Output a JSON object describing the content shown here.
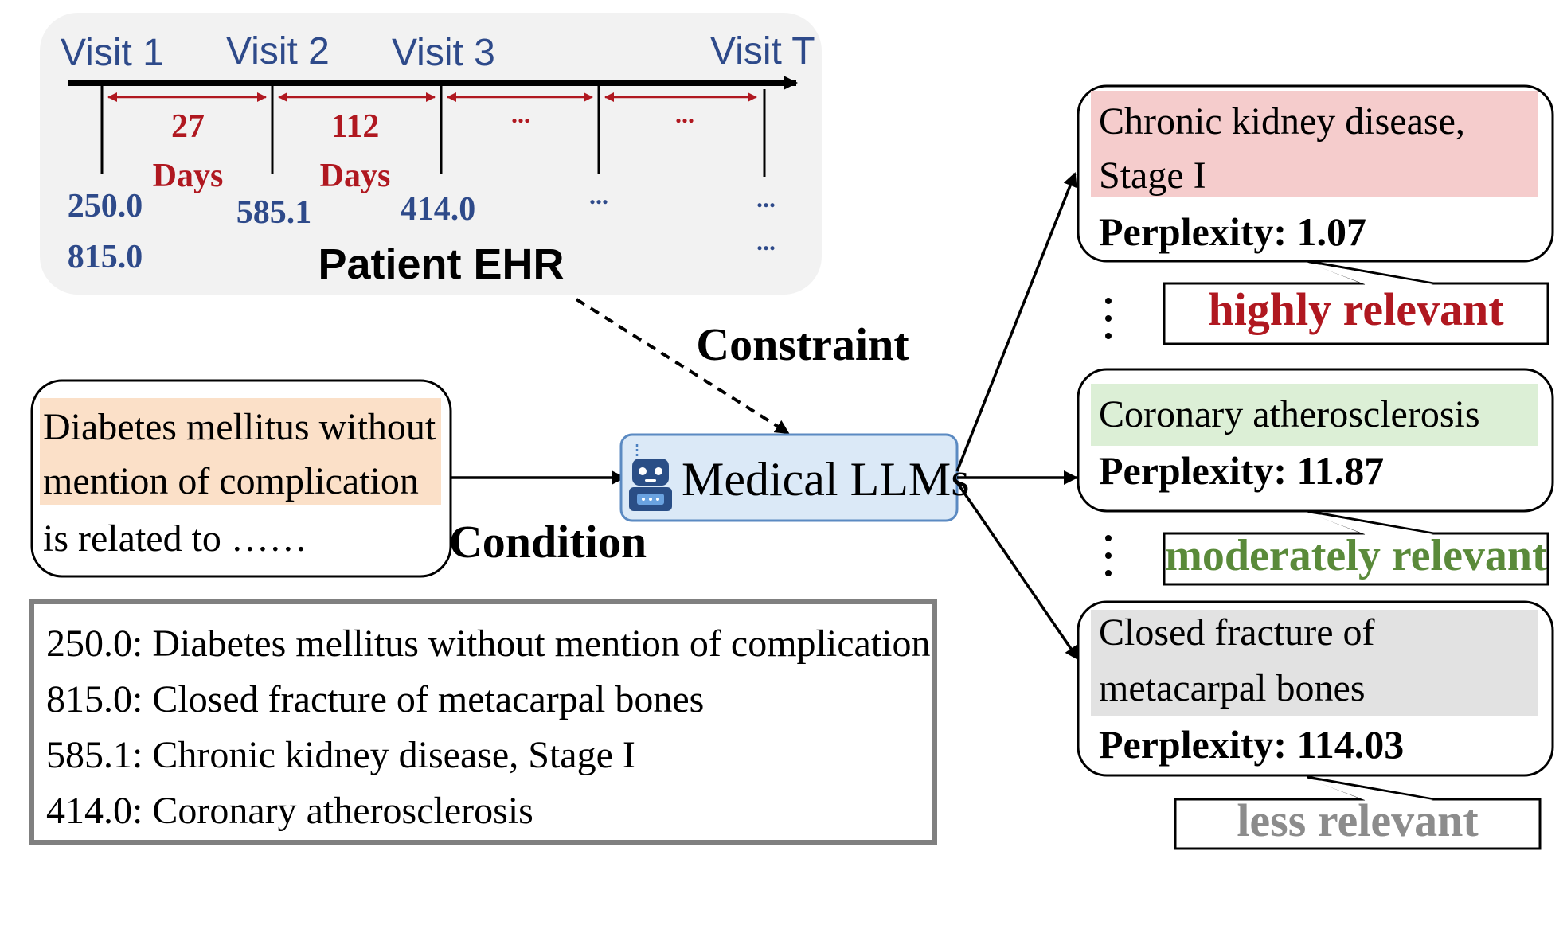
{
  "ehr": {
    "visits": [
      "Visit 1",
      "Visit 2",
      "Visit 3",
      "Visit T"
    ],
    "intervals": [
      {
        "top": "27",
        "bottom": "Days"
      },
      {
        "top": "112",
        "bottom": "Days"
      },
      {
        "top": "...",
        "bottom": ""
      },
      {
        "top": "...",
        "bottom": ""
      }
    ],
    "codes": {
      "v1a": "250.0",
      "v1b": "815.0",
      "v2": "585.1",
      "v3": "414.0",
      "v4": "...",
      "v5a": "...",
      "v5b": "..."
    },
    "title": "Patient EHR"
  },
  "labels": {
    "constraint": "Constraint",
    "condition": "Condition"
  },
  "prompt": {
    "line1": "Diabetes mellitus without",
    "line2": "mention of complication",
    "line3": "is related to ……"
  },
  "llm": {
    "label": "Medical LLMs",
    "icon": "robot-icon"
  },
  "legend": [
    "250.0: Diabetes mellitus without mention of complication",
    "815.0: Closed fracture of metacarpal bones",
    "585.1: Chronic kidney disease, Stage I",
    "414.0: Coronary atherosclerosis"
  ],
  "outputs": [
    {
      "line1": "Chronic kidney disease,",
      "line2": "Stage I",
      "perplexity": "Perplexity: 1.07",
      "relevance": "highly relevant",
      "relevance_color": "#b01820",
      "highlight_color": "#f5cccc"
    },
    {
      "line1": "Coronary atherosclerosis",
      "perplexity": "Perplexity: 11.87",
      "relevance": "moderately relevant",
      "relevance_color": "#5a8a3a",
      "highlight_color": "#dcefd6"
    },
    {
      "line1": "Closed fracture of",
      "line2": "metacarpal bones",
      "perplexity": "Perplexity: 114.03",
      "relevance": "less relevant",
      "relevance_color": "#8c8c8c",
      "highlight_color": "#e2e2e2"
    }
  ],
  "colors": {
    "visit_blue": "#2e4a8a",
    "interval_red": "#b01820",
    "prompt_highlight": "#fbe0c8",
    "llm_fill": "#dbe9f7",
    "llm_stroke": "#5b8ac2"
  }
}
